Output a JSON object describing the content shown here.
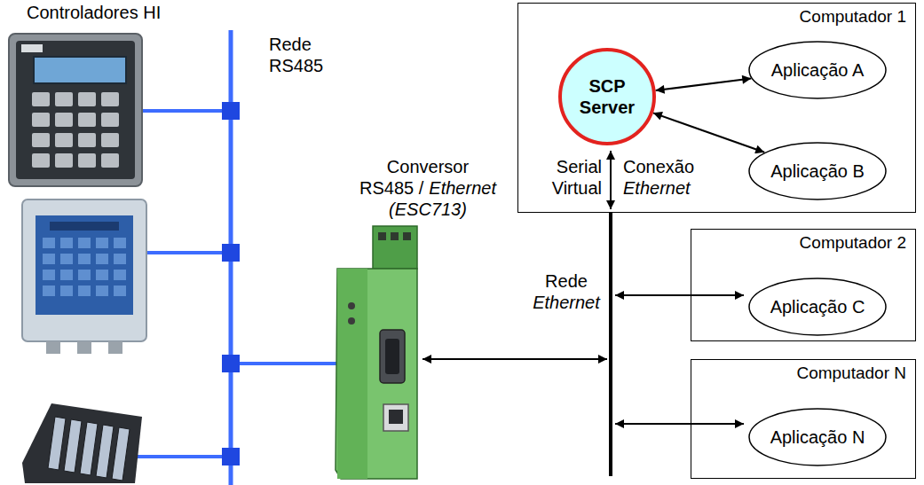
{
  "diagram": {
    "nodes": [
      {
        "text": [
          "Computador 1"
        ]
      },
      {
        "text": [
          "SCP Server"
        ],
        "in": 0
      },
      {
        "text": [
          "Aplicação A"
        ],
        "in": 0
      },
      {
        "text": [
          "Aplicação B"
        ],
        "in": 0
      },
      {
        "text": [
          "Computador 2"
        ]
      },
      {
        "text": [
          "Aplicação C"
        ],
        "in": 4
      },
      {
        "text": [
          "Computador N"
        ]
      },
      {
        "text": [
          "Aplicação N"
        ],
        "in": 6
      }
    ],
    "edges": [
      {
        "from": 1,
        "to": 2,
        "arrow": "both"
      },
      {
        "from": 1,
        "to": 3,
        "arrow": "both"
      }
    ],
    "labels": [
      "Controladores HI",
      "Rede RS485",
      "Conversor",
      "RS485 /",
      "Ethernet",
      "(ESC713)",
      "Rede",
      "Ethernet",
      "Serial Virtual",
      "Conexão",
      "Ethernet"
    ]
  }
}
